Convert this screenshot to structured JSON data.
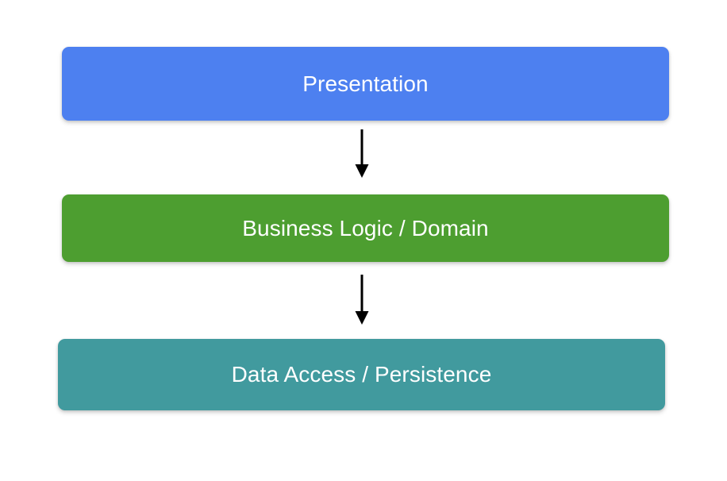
{
  "diagram": {
    "type": "layered-architecture-flow",
    "background_color": "#ffffff",
    "orientation": "vertical-top-down",
    "layers": [
      {
        "id": "presentation",
        "label": "Presentation",
        "color": "#4d80f0",
        "text_color": "#ffffff",
        "order": 1
      },
      {
        "id": "business-logic",
        "label": "Business Logic / Domain",
        "color": "#4d9e30",
        "text_color": "#ffffff",
        "order": 2
      },
      {
        "id": "data-access",
        "label": "Data Access / Persistence",
        "color": "#419a9e",
        "text_color": "#ffffff",
        "order": 3
      }
    ],
    "connectors": [
      {
        "id": "presentation-to-business",
        "from": "presentation",
        "to": "business-logic",
        "style": "solid",
        "color": "#000000",
        "arrowhead": "filled-triangle"
      },
      {
        "id": "business-to-data",
        "from": "business-logic",
        "to": "data-access",
        "style": "solid",
        "color": "#000000",
        "arrowhead": "filled-triangle"
      }
    ]
  }
}
